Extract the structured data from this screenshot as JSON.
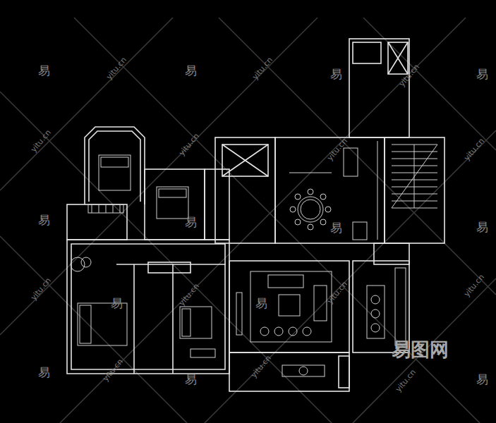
{
  "diagram": {
    "labels": [
      "易",
      "yitu.cn",
      "易",
      "yitu.cn",
      "易",
      "yitu.cn",
      "易",
      "yitu.cn",
      "yitu.cn",
      "yitu.cn",
      "yitu.cn",
      "易",
      "易",
      "易",
      "易",
      "yitu.cn",
      "yitu.cn",
      "yitu.cn",
      "yitu.cn",
      "易",
      "易",
      "易图网",
      "yitu.cn",
      "yitu.cn",
      "yitu.cn",
      "易",
      "易",
      "易"
    ]
  }
}
